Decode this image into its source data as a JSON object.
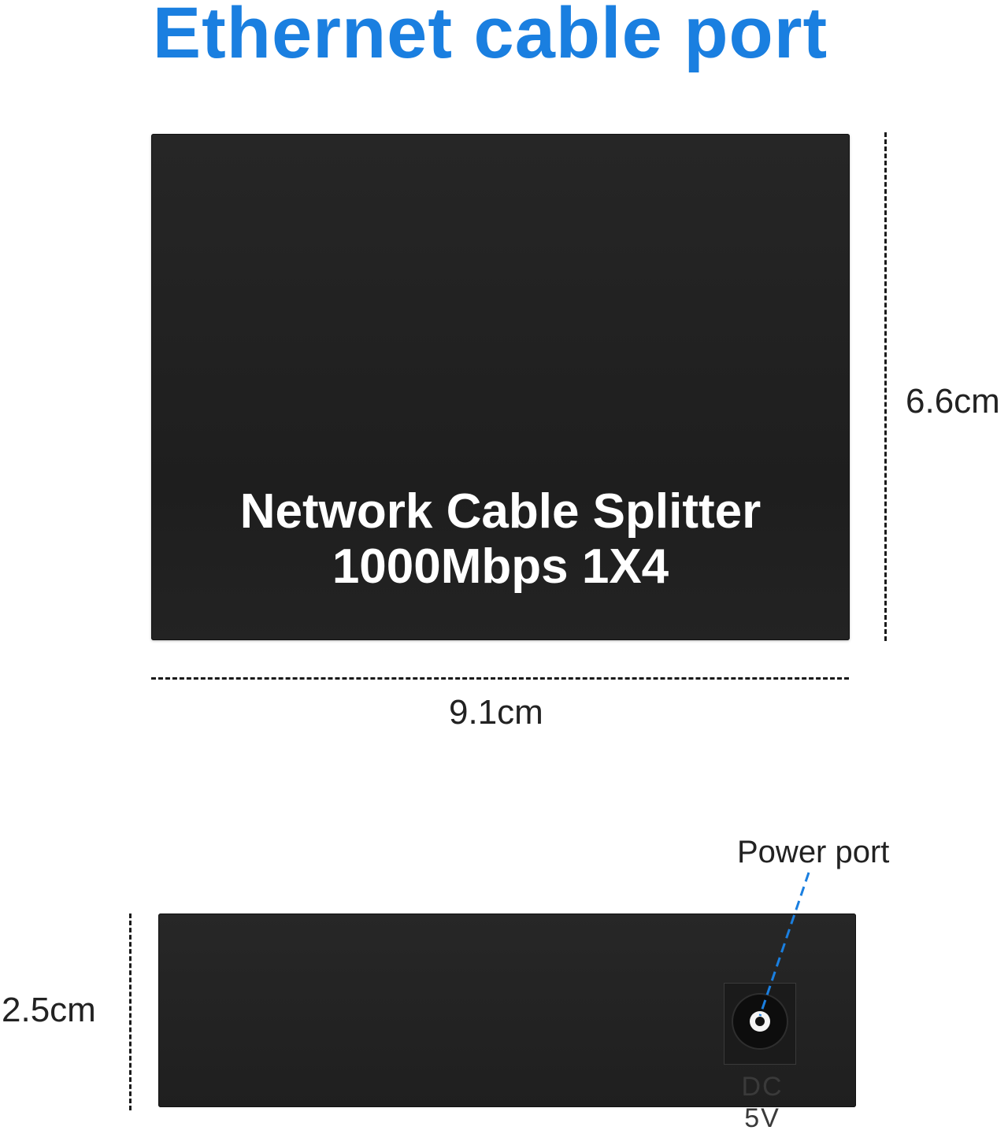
{
  "title": "Ethernet cable port",
  "accent_color": "#1a7fe0",
  "device_top": {
    "label_line1": "Network Cable Splitter",
    "label_line2": "1000Mbps 1X4"
  },
  "dimensions": {
    "height": "6.6cm",
    "width": "9.1cm",
    "depth": "2.5cm"
  },
  "device_side": {
    "port_label": "DC 5V",
    "callout": "Power port",
    "port_icon": "dc-power-jack-icon"
  }
}
